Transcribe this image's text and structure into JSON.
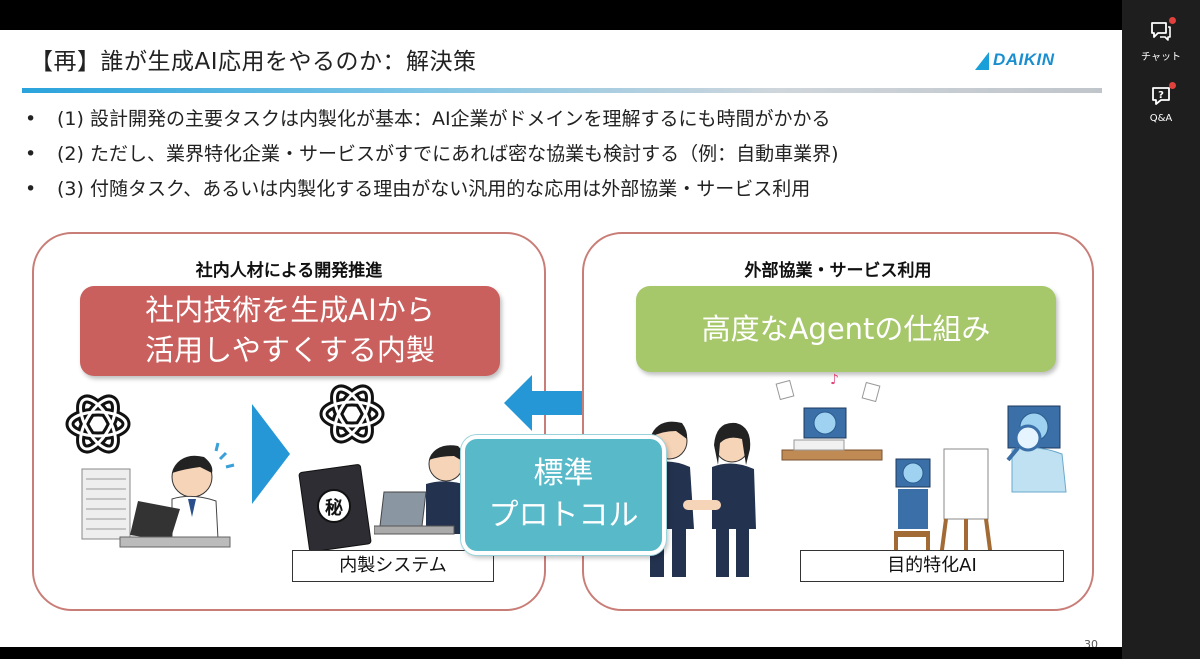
{
  "slide": {
    "title": "【再】誰が生成AI応用をやるのか：解決策",
    "logo_text": "DAIKIN",
    "bullets": [
      "(1) 設計開発の主要タスクは内製化が基本：AI企業がドメインを理解するにも時間がかかる",
      "(2) ただし、業界特化企業・サービスがすでにあれば密な協業も検討する（例：自動車業界)",
      "(3) 付随タスク、あるいは内製化する理由がない汎用的な応用は外部協業・サービス利用"
    ],
    "bullet_marker": "•",
    "left_panel": {
      "heading": "社内人材による開発推進",
      "box_line1": "社内技術を生成AIから",
      "box_line2": "活用しやすくする内製",
      "caption": "内製システム",
      "secret_stamp": "秘"
    },
    "right_panel": {
      "heading": "外部協業・サービス利用",
      "box_text": "高度なAgentの仕組み",
      "caption": "目的特化AI"
    },
    "protocol_line1": "標準",
    "protocol_line2": "プロトコル",
    "page_number": "30",
    "colors": {
      "accent_blue": "#1a8fd0",
      "panel_border": "#c97d77",
      "red_box": "#c9605e",
      "green_box": "#a6c76a",
      "protocol_box": "#58b9c9",
      "arrow_blue": "#2596d6"
    }
  },
  "sidebar": {
    "items": [
      {
        "label": "チャット",
        "icon": "chat-icon",
        "has_badge": true
      },
      {
        "label": "Q&A",
        "icon": "qa-icon",
        "has_badge": true
      }
    ]
  }
}
